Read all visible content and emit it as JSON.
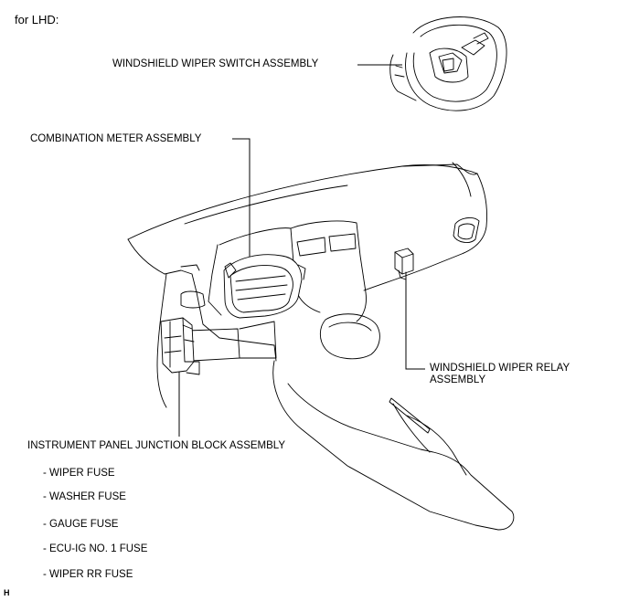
{
  "header": "for LHD:",
  "labels": {
    "wiper_switch": "WINDSHIELD WIPER SWITCH ASSEMBLY",
    "combination_meter": "COMBINATION METER ASSEMBLY",
    "wiper_relay_line1": "WINDSHIELD WIPER RELAY",
    "wiper_relay_line2": "ASSEMBLY",
    "junction_block": "INSTRUMENT PANEL JUNCTION BLOCK ASSEMBLY"
  },
  "fuses": [
    "- WIPER FUSE",
    "- WASHER FUSE",
    "- GAUGE FUSE",
    "- ECU-IG NO. 1 FUSE",
    "- WIPER RR FUSE"
  ],
  "figure_code": "H"
}
